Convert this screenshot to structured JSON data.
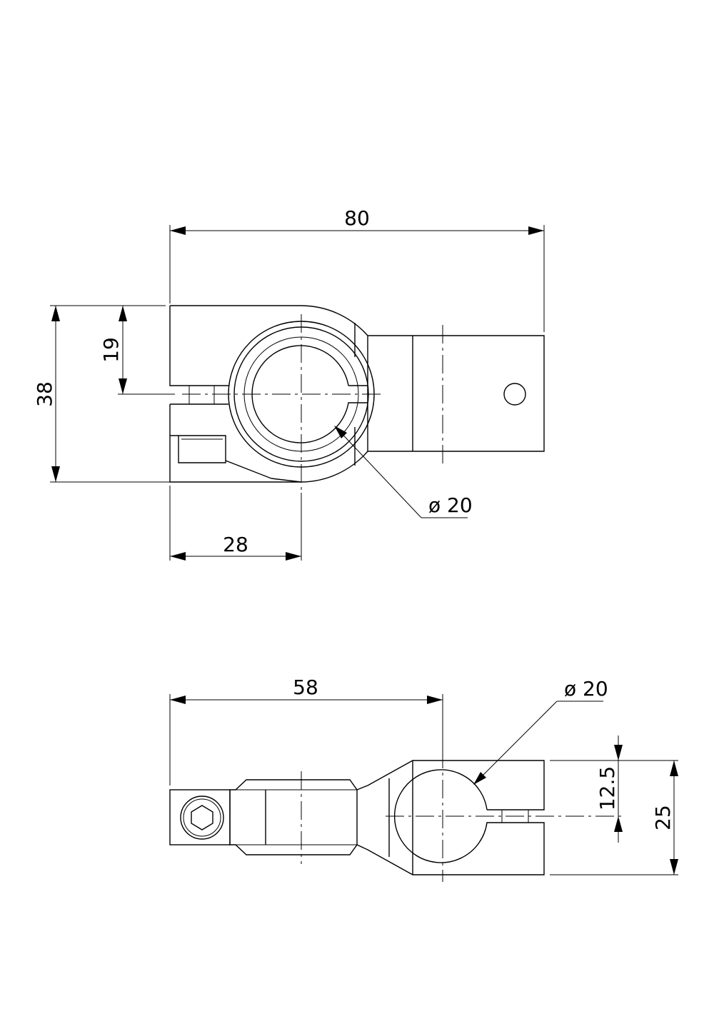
{
  "top_view": {
    "dim_width": "80",
    "dim_height": "38",
    "dim_half_height": "19",
    "dim_offset": "28",
    "dim_bore": "ø 20"
  },
  "bottom_view": {
    "dim_length": "58",
    "dim_bore": "ø 20",
    "dim_half_height": "12.5",
    "dim_height": "25"
  }
}
